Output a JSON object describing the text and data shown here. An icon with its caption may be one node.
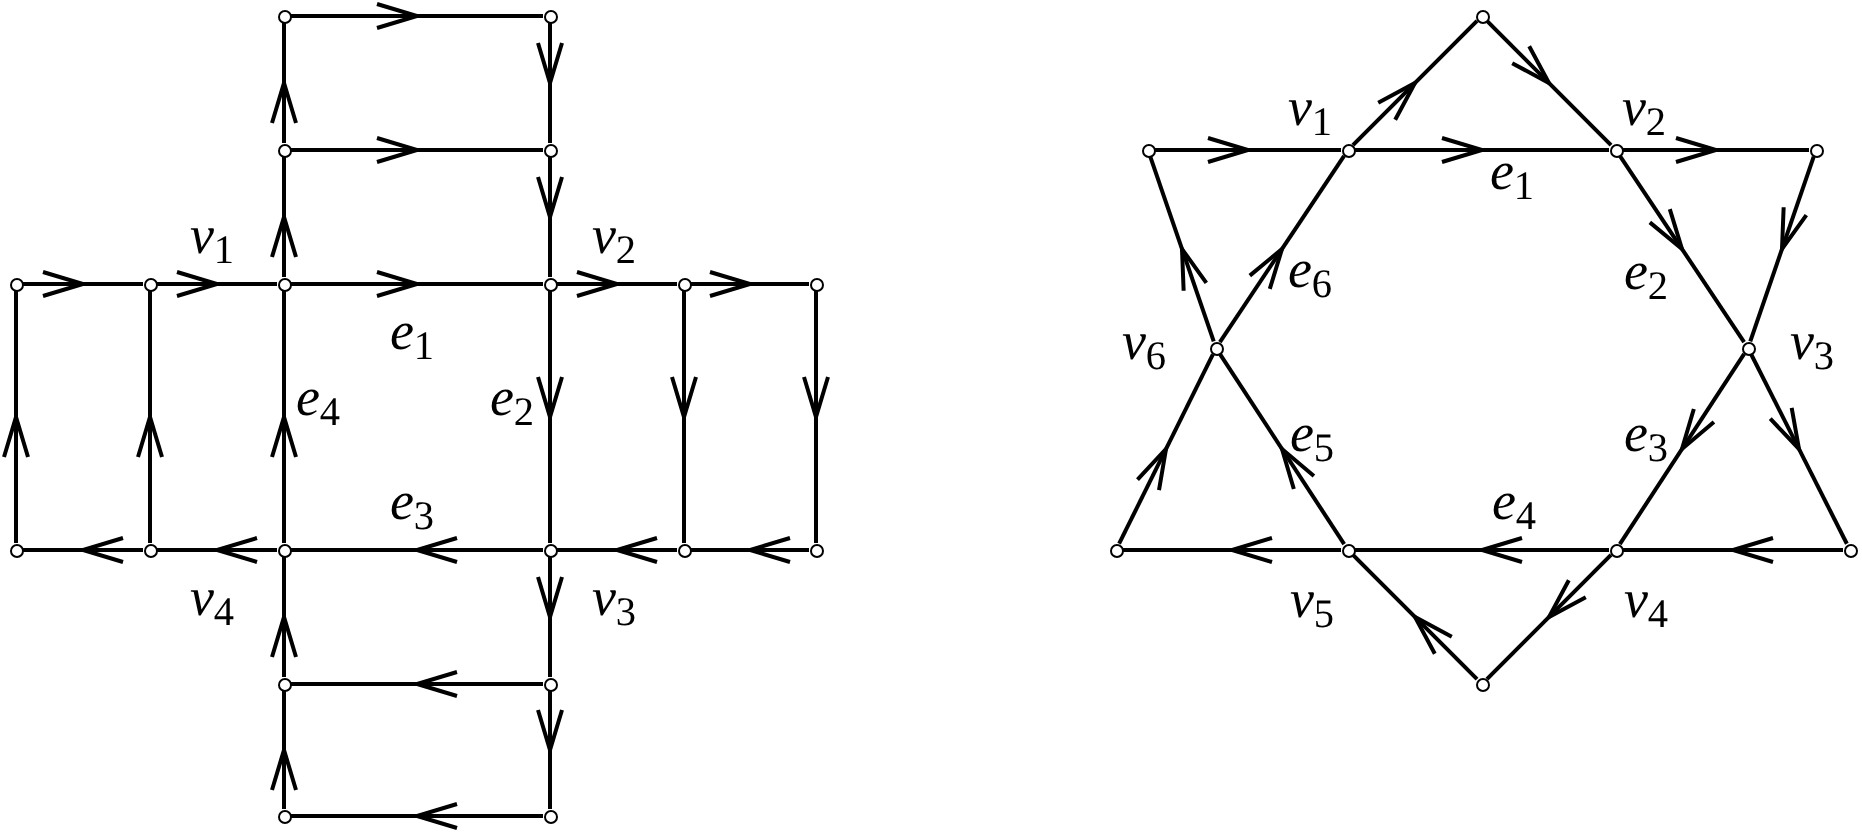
{
  "diagram": {
    "nodes": [
      {
        "text": [],
        "shape": "circle"
      },
      {
        "text": [],
        "shape": "circle"
      },
      {
        "text": [],
        "shape": "circle"
      },
      {
        "text": [],
        "shape": "circle"
      },
      {
        "text": [],
        "shape": "circle"
      },
      {
        "text": [],
        "shape": "circle"
      },
      {
        "text": [],
        "shape": "circle",
        "beside": [
          "*v*$_{1}$"
        ]
      },
      {
        "text": [],
        "shape": "circle",
        "beside": [
          "*v*$_{2}$"
        ]
      },
      {
        "text": [],
        "shape": "circle"
      },
      {
        "text": [],
        "shape": "circle"
      },
      {
        "text": [],
        "shape": "circle"
      },
      {
        "text": [],
        "shape": "circle"
      },
      {
        "text": [],
        "shape": "circle",
        "beside": [
          "*v*$_{4}$"
        ]
      },
      {
        "text": [],
        "shape": "circle",
        "beside": [
          "*v*$_{3}$"
        ]
      },
      {
        "text": [],
        "shape": "circle"
      },
      {
        "text": [],
        "shape": "circle"
      },
      {
        "text": [],
        "shape": "circle"
      },
      {
        "text": [],
        "shape": "circle"
      },
      {
        "text": [],
        "shape": "circle"
      },
      {
        "text": [],
        "shape": "circle"
      },
      {
        "text": [],
        "shape": "circle"
      },
      {
        "text": [],
        "shape": "circle"
      },
      {
        "text": [],
        "shape": "circle",
        "beside": [
          "*v*$_{1}$"
        ]
      },
      {
        "text": [],
        "shape": "circle",
        "beside": [
          "*v*$_{2}$"
        ]
      },
      {
        "text": [],
        "shape": "circle"
      },
      {
        "text": [],
        "shape": "circle",
        "beside": [
          "*v*$_{6}$"
        ]
      },
      {
        "text": [],
        "shape": "circle",
        "beside": [
          "*v*$_{3}$"
        ]
      },
      {
        "text": [],
        "shape": "circle"
      },
      {
        "text": [],
        "shape": "circle",
        "beside": [
          "*v*$_{5}$"
        ]
      },
      {
        "text": [],
        "shape": "circle",
        "beside": [
          "*v*$_{4}$"
        ]
      },
      {
        "text": [],
        "shape": "circle"
      },
      {
        "text": [],
        "shape": "circle"
      }
    ],
    "edges": [
      {
        "from": 0,
        "to": 1,
        "arrow": "to"
      },
      {
        "from": 1,
        "to": 3,
        "arrow": "to"
      },
      {
        "from": 2,
        "to": 0,
        "arrow": "to"
      },
      {
        "from": 2,
        "to": 3,
        "arrow": "to"
      },
      {
        "from": 3,
        "to": 7,
        "arrow": "to"
      },
      {
        "from": 6,
        "to": 2,
        "arrow": "to"
      },
      {
        "from": 4,
        "to": 5,
        "arrow": "to"
      },
      {
        "from": 5,
        "to": 6,
        "arrow": "to"
      },
      {
        "from": 6,
        "to": 7,
        "arrow": "to",
        "label": "*e*$_{1}$"
      },
      {
        "from": 7,
        "to": 8,
        "arrow": "to"
      },
      {
        "from": 8,
        "to": 9,
        "arrow": "to"
      },
      {
        "from": 10,
        "to": 4,
        "arrow": "to"
      },
      {
        "from": 11,
        "to": 5,
        "arrow": "to"
      },
      {
        "from": 12,
        "to": 6,
        "arrow": "to",
        "label": "*e*$_{4}$"
      },
      {
        "from": 7,
        "to": 13,
        "arrow": "to",
        "label": "*e*$_{2}$"
      },
      {
        "from": 8,
        "to": 14,
        "arrow": "to"
      },
      {
        "from": 9,
        "to": 15,
        "arrow": "to"
      },
      {
        "from": 15,
        "to": 14,
        "arrow": "to"
      },
      {
        "from": 14,
        "to": 13,
        "arrow": "to"
      },
      {
        "from": 13,
        "to": 12,
        "arrow": "to",
        "label": "*e*$_{3}$"
      },
      {
        "from": 12,
        "to": 11,
        "arrow": "to"
      },
      {
        "from": 11,
        "to": 10,
        "arrow": "to"
      },
      {
        "from": 13,
        "to": 17,
        "arrow": "to"
      },
      {
        "from": 17,
        "to": 16,
        "arrow": "to"
      },
      {
        "from": 16,
        "to": 12,
        "arrow": "to"
      },
      {
        "from": 17,
        "to": 19,
        "arrow": "to"
      },
      {
        "from": 19,
        "to": 18,
        "arrow": "to"
      },
      {
        "from": 18,
        "to": 16,
        "arrow": "to"
      },
      {
        "from": 21,
        "to": 22,
        "arrow": "to"
      },
      {
        "from": 22,
        "to": 23,
        "arrow": "to",
        "label": "*e*$_{1}$"
      },
      {
        "from": 23,
        "to": 24,
        "arrow": "to"
      },
      {
        "from": 22,
        "to": 20,
        "arrow": "to"
      },
      {
        "from": 20,
        "to": 23,
        "arrow": "to"
      },
      {
        "from": 23,
        "to": 26,
        "arrow": "to",
        "label": "*e*$_{2}$"
      },
      {
        "from": 24,
        "to": 26,
        "arrow": "to"
      },
      {
        "from": 26,
        "to": 30,
        "arrow": "to"
      },
      {
        "from": 26,
        "to": 29,
        "arrow": "to",
        "label": "*e*$_{3}$"
      },
      {
        "from": 30,
        "to": 29,
        "arrow": "to"
      },
      {
        "from": 29,
        "to": 28,
        "arrow": "to",
        "label": "*e*$_{4}$"
      },
      {
        "from": 28,
        "to": 27,
        "arrow": "to"
      },
      {
        "from": 29,
        "to": 31,
        "arrow": "to"
      },
      {
        "from": 31,
        "to": 28,
        "arrow": "to"
      },
      {
        "from": 28,
        "to": 25,
        "arrow": "to",
        "label": "*e*$_{5}$"
      },
      {
        "from": 27,
        "to": 25,
        "arrow": "to"
      },
      {
        "from": 25,
        "to": 21,
        "arrow": "to"
      },
      {
        "from": 25,
        "to": 22,
        "arrow": "to",
        "label": "*e*$_{6}$"
      }
    ]
  }
}
